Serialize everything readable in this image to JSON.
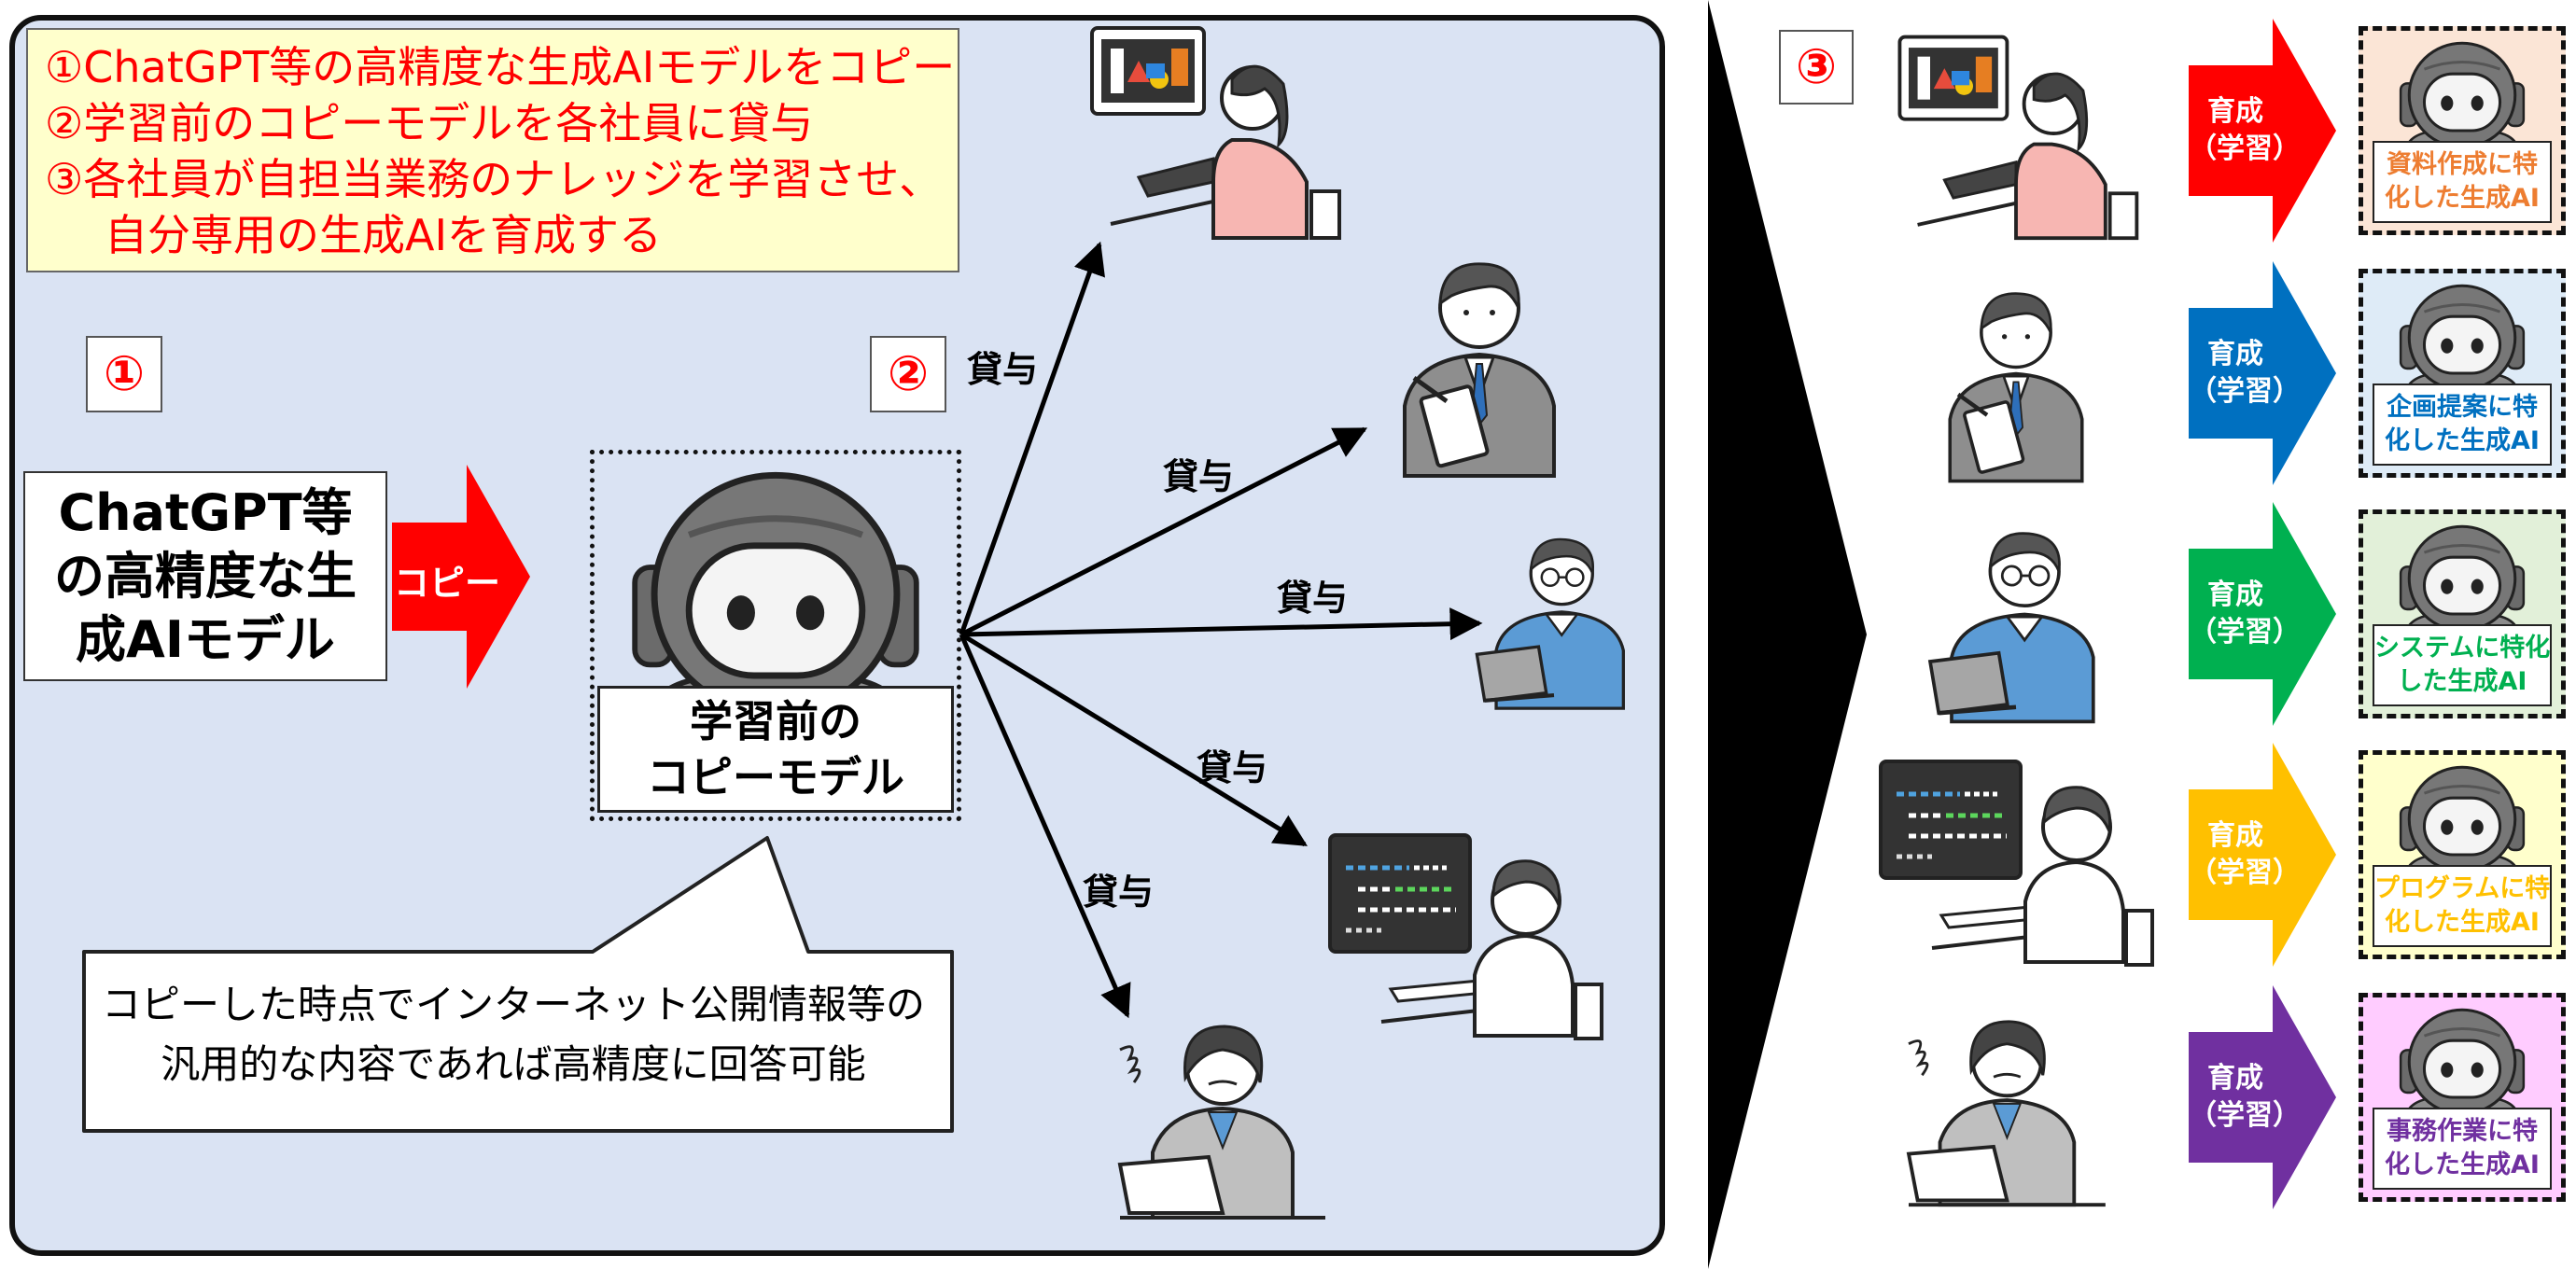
{
  "steps": {
    "line1": "①ChatGPT等の高精度な生成AIモデルをコピー",
    "line2": "②学習前のコピーモデルを各社員に貸与",
    "line3": "③各社員が自担当業務のナレッジを学習させ、",
    "line4": "自分専用の生成AIを育成する"
  },
  "markers": {
    "m1": "①",
    "m2": "②",
    "m3": "③"
  },
  "source": {
    "line1": "ChatGPT等",
    "line2": "の高精度な生",
    "line3": "成AIモデル"
  },
  "copy_arrow_label": "コピー",
  "model": {
    "line1": "学習前の",
    "line2": "コピーモデル"
  },
  "speech": {
    "line1": "コピーした時点でインターネット公開情報等の",
    "line2": "汎用的な内容であれば高精度に回答可能"
  },
  "lend_label": "貸与",
  "growth": {
    "line1": "育成",
    "line2": "（学習）"
  },
  "results": [
    {
      "line1": "資料作成に特",
      "line2": "化した生成AI",
      "arrow_color": "#ff0000",
      "text_color": "#ed7d31",
      "bg": "#fbe5d6"
    },
    {
      "line1": "企画提案に特",
      "line2": "化した生成AI",
      "arrow_color": "#0070c0",
      "text_color": "#0070c0",
      "bg": "#deebf7"
    },
    {
      "line1": "システムに特化",
      "line2": "した生成AI",
      "arrow_color": "#00b050",
      "text_color": "#00b050",
      "bg": "#e2f0d9"
    },
    {
      "line1": "プログラムに特",
      "line2": "化した生成AI",
      "arrow_color": "#ffc000",
      "text_color": "#ffc000",
      "bg": "#ffffcc"
    },
    {
      "line1": "事務作業に特",
      "line2": "化した生成AI",
      "arrow_color": "#7030a0",
      "text_color": "#7030a0",
      "bg": "#ffccff"
    }
  ],
  "colors": {
    "panel_bg": "#dae3f3",
    "steps_bg": "#ffffcc",
    "steps_text": "#ff0000",
    "copy_arrow": "#ff0000",
    "divider": "#000000"
  }
}
